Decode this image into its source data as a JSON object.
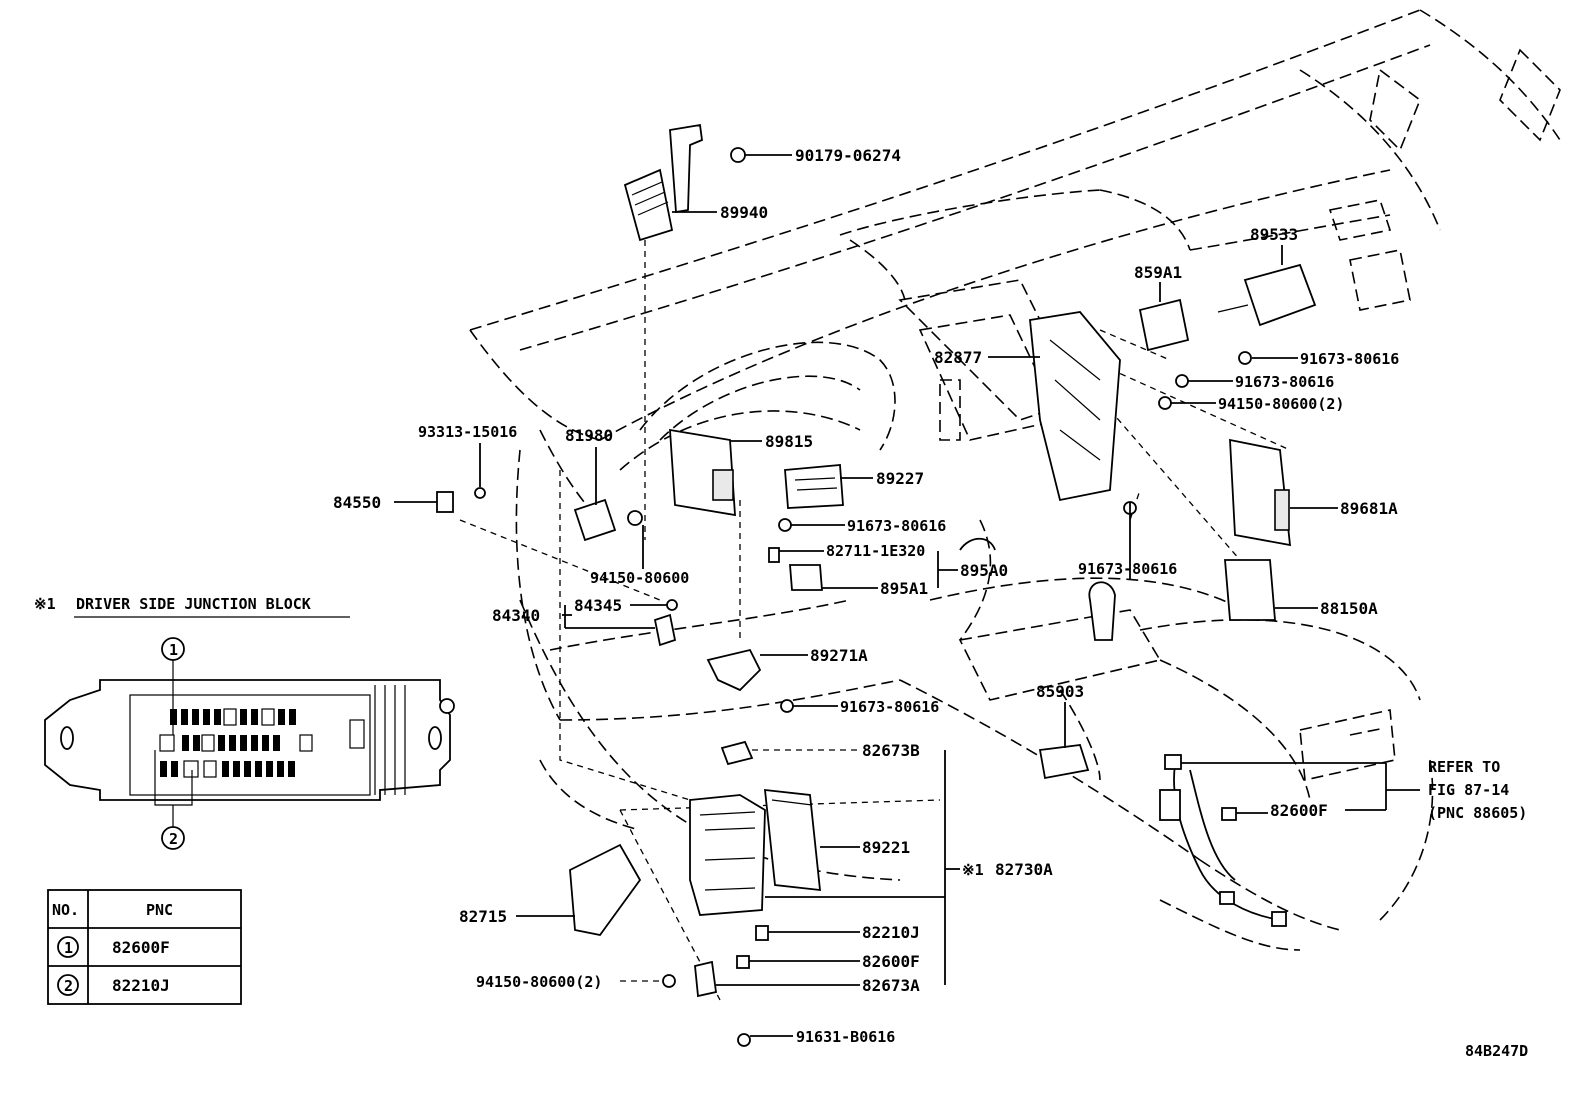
{
  "figure_id": "84B247D",
  "callouts": {
    "c90179_06274": "90179-06274",
    "c89940": "89940",
    "c89533": "89533",
    "c859A1": "859A1",
    "c82877": "82877",
    "c91673_80616_a": "91673-80616",
    "c91673_80616_b": "91673-80616",
    "c94150_80600_2_a": "94150-80600(2)",
    "c93313_15016": "93313-15016",
    "c81980": "81980",
    "c89815": "89815",
    "c89227": "89227",
    "c84550": "84550",
    "c91673_80616_c": "91673-80616",
    "c89681A": "89681A",
    "c82711_1E320": "82711-1E320",
    "c895A0": "895A0",
    "c91673_80616_d": "91673-80616",
    "c94150_80600": "94150-80600",
    "c895A1": "895A1",
    "c84345": "84345",
    "c84340": "84340",
    "c88150A": "88150A",
    "c89271A": "89271A",
    "c85903": "85903",
    "c91673_80616_e": "91673-80616",
    "c82673B": "82673B",
    "c89221": "89221",
    "c82730A": "82730A",
    "c82715": "82715",
    "c82210J": "82210J",
    "c82600F_a": "82600F",
    "c82673A": "82673A",
    "c94150_80600_2_b": "94150-80600(2)",
    "c91631_B0616": "91631-B0616",
    "c82600F_b": "82600F"
  },
  "refer": {
    "line1": "REFER TO",
    "line2": "FIG 87-14",
    "line3": "(PNC 88605)"
  },
  "junction_block": {
    "mark": "※1",
    "title": "DRIVER SIDE JUNCTION BLOCK",
    "mark_82730A": "※1",
    "circle_1": "1",
    "circle_2": "2"
  },
  "pnc_table": {
    "headers": [
      "NO.",
      "PNC"
    ],
    "rows": [
      {
        "no": "1",
        "pnc": "82600F"
      },
      {
        "no": "2",
        "pnc": "82210J"
      }
    ]
  }
}
